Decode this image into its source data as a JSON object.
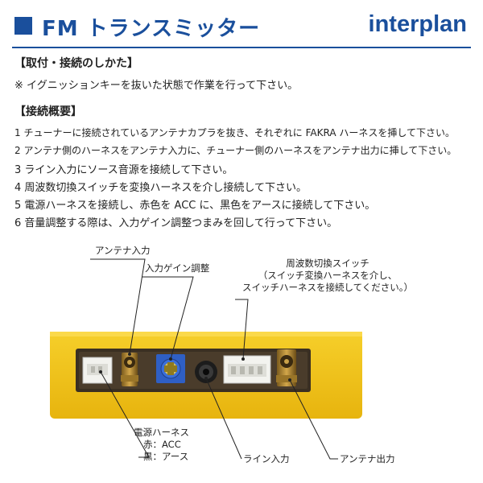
{
  "header": {
    "title": "FM トランスミッター",
    "brand": "interplan",
    "accent_color": "#1a4f9c"
  },
  "section1": {
    "heading": "【取付・接続のしかた】",
    "note": "※ イグニッションキーを抜いた状態で作業を行って下さい。"
  },
  "section2": {
    "heading": "【接続概要】",
    "steps": [
      "1 チューナーに接続されているアンテナカプラを抜き、それぞれに FAKRA ハーネスを挿して下さい。",
      "2 アンテナ側のハーネスをアンテナ入力に、チューナー側のハーネスをアンテナ出力に挿して下さい。",
      "3 ライン入力にソース音源を接続して下さい。",
      "4 周波数切換スイッチを変換ハーネスを介し接続して下さい。",
      "5 電源ハーネスを接続し、赤色を ACC に、黒色をアースに接続して下さい。",
      "6 音量調整する際は、入力ゲイン調整つまみを回して行って下さい。"
    ]
  },
  "diagram": {
    "device_color": "#f2c318",
    "labels": {
      "antenna_in": "アンテナ入力",
      "input_gain": "入力ゲイン調整",
      "freq_switch_title": "周波数切換スイッチ",
      "freq_switch_note1": "（スイッチ変換ハーネスを介し、",
      "freq_switch_note2": "スイッチハーネスを接続してください。）",
      "power_title": "電源ハーネス",
      "power_red": "赤：ACC",
      "power_black": "黒：アース",
      "line_in": "ライン入力",
      "antenna_out": "アンテナ出力"
    }
  }
}
